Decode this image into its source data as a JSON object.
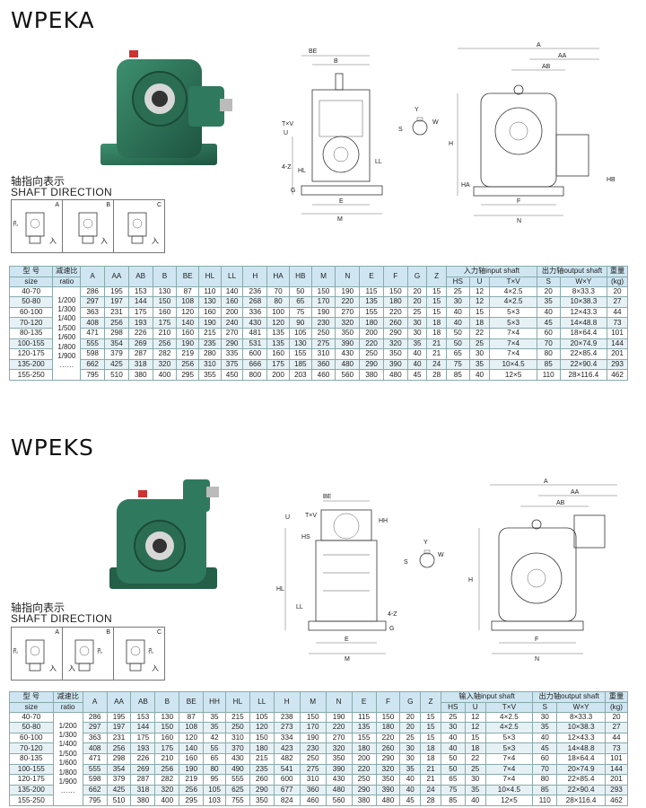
{
  "wpeka": {
    "title": "WPEKA",
    "shaft_zh": "轴指向表示",
    "shaft_en": "SHAFT DIRECTION",
    "dir_tags": [
      "A",
      "B",
      "C"
    ],
    "dir_in": "入",
    "dir_kong": "孔",
    "labels": {
      "BE": "BE",
      "B": "B",
      "TV": "T×V",
      "U": "U",
      "HL": "HL",
      "LL": "LL",
      "Z4": "4-Z",
      "G": "G",
      "E": "E",
      "M": "M",
      "H": "H",
      "HA": "HA",
      "S": "S",
      "Y": "Y",
      "W": "W",
      "A": "A",
      "AA": "AA",
      "AB": "AB",
      "HB": "HB",
      "F": "F",
      "N": "N"
    },
    "header_top": [
      "型 号",
      "减速比",
      "A",
      "AA",
      "AB",
      "B",
      "BE",
      "HL",
      "LL",
      "H",
      "HA",
      "HB",
      "M",
      "N",
      "E",
      "F",
      "G",
      "Z",
      "入力轴input shaft",
      "出力轴output shaft",
      "重量"
    ],
    "header_sub": [
      "size",
      "ratio",
      "HS",
      "U",
      "T×V",
      "S",
      "W×Y",
      "(kg)"
    ],
    "ratios": [
      "1/200",
      "1/300",
      "1/400",
      "1/500",
      "1/600",
      "1/800",
      "1/900",
      "……"
    ],
    "rows": [
      [
        "40-70",
        "286",
        "195",
        "153",
        "130",
        "87",
        "110",
        "140",
        "236",
        "70",
        "50",
        "150",
        "190",
        "115",
        "150",
        "20",
        "15",
        "25",
        "12",
        "4×2.5",
        "20",
        "8×33.3",
        "20"
      ],
      [
        "50-80",
        "297",
        "197",
        "144",
        "150",
        "108",
        "130",
        "160",
        "268",
        "80",
        "65",
        "170",
        "220",
        "135",
        "180",
        "20",
        "15",
        "30",
        "12",
        "4×2.5",
        "35",
        "10×38.3",
        "27"
      ],
      [
        "60-100",
        "363",
        "231",
        "175",
        "160",
        "120",
        "160",
        "200",
        "336",
        "100",
        "75",
        "190",
        "270",
        "155",
        "220",
        "25",
        "15",
        "40",
        "15",
        "5×3",
        "40",
        "12×43.3",
        "44"
      ],
      [
        "70-120",
        "408",
        "256",
        "193",
        "175",
        "140",
        "190",
        "240",
        "430",
        "120",
        "90",
        "230",
        "320",
        "180",
        "260",
        "30",
        "18",
        "40",
        "18",
        "5×3",
        "45",
        "14×48.8",
        "73"
      ],
      [
        "80-135",
        "471",
        "298",
        "226",
        "210",
        "160",
        "215",
        "270",
        "481",
        "135",
        "105",
        "250",
        "350",
        "200",
        "290",
        "30",
        "18",
        "50",
        "22",
        "7×4",
        "60",
        "18×64.4",
        "101"
      ],
      [
        "100-155",
        "555",
        "354",
        "269",
        "256",
        "190",
        "235",
        "290",
        "531",
        "135",
        "130",
        "275",
        "390",
        "220",
        "320",
        "35",
        "21",
        "50",
        "25",
        "7×4",
        "70",
        "20×74.9",
        "144"
      ],
      [
        "120-175",
        "598",
        "379",
        "287",
        "282",
        "219",
        "280",
        "335",
        "600",
        "160",
        "155",
        "310",
        "430",
        "250",
        "350",
        "40",
        "21",
        "65",
        "30",
        "7×4",
        "80",
        "22×85.4",
        "201"
      ],
      [
        "135-200",
        "662",
        "425",
        "318",
        "320",
        "256",
        "310",
        "375",
        "666",
        "175",
        "185",
        "360",
        "480",
        "290",
        "390",
        "40",
        "24",
        "75",
        "35",
        "10×4.5",
        "85",
        "22×90.4",
        "293"
      ],
      [
        "155-250",
        "795",
        "510",
        "380",
        "400",
        "295",
        "355",
        "450",
        "800",
        "200",
        "203",
        "460",
        "560",
        "380",
        "480",
        "45",
        "28",
        "85",
        "40",
        "12×5",
        "110",
        "28×116.4",
        "462"
      ]
    ]
  },
  "wpeks": {
    "title": "WPEKS",
    "shaft_zh": "轴指向表示",
    "shaft_en": "SHAFT DIRECTION",
    "dir_tags": [
      "A",
      "B",
      "C"
    ],
    "dir_in": "入",
    "dir_kong": "孔",
    "labels": {
      "BE": "BE",
      "TV": "T×V",
      "U": "U",
      "HS": "HS",
      "HH": "HH",
      "HL": "HL",
      "LL": "LL",
      "Z4": "4-Z",
      "G": "G",
      "E": "E",
      "M": "M",
      "H": "H",
      "S": "S",
      "Y": "Y",
      "W": "W",
      "A": "A",
      "AA": "AA",
      "AB": "AB",
      "F": "F",
      "N": "N"
    },
    "header_top": [
      "型 号",
      "减速比",
      "A",
      "AA",
      "AB",
      "B",
      "BE",
      "HH",
      "HL",
      "LL",
      "H",
      "M",
      "N",
      "E",
      "F",
      "G",
      "Z",
      "输入轴input shaft",
      "出力轴output shaft",
      "重量"
    ],
    "header_sub": [
      "size",
      "ratio",
      "HS",
      "U",
      "T×V",
      "S",
      "W×Y",
      "(kg)"
    ],
    "ratios": [
      "1/200",
      "1/300",
      "1/400",
      "1/500",
      "1/600",
      "1/800",
      "1/900",
      "……"
    ],
    "rows": [
      [
        "40-70",
        "286",
        "195",
        "153",
        "130",
        "87",
        "35",
        "215",
        "105",
        "238",
        "150",
        "190",
        "115",
        "150",
        "20",
        "15",
        "25",
        "12",
        "4×2.5",
        "30",
        "8×33.3",
        "20"
      ],
      [
        "50-80",
        "297",
        "197",
        "144",
        "150",
        "108",
        "35",
        "250",
        "120",
        "273",
        "170",
        "220",
        "135",
        "180",
        "20",
        "15",
        "30",
        "12",
        "4×2.5",
        "35",
        "10×38.3",
        "27"
      ],
      [
        "60-100",
        "363",
        "231",
        "175",
        "160",
        "120",
        "42",
        "310",
        "150",
        "334",
        "190",
        "270",
        "155",
        "220",
        "25",
        "15",
        "40",
        "15",
        "5×3",
        "40",
        "12×43.3",
        "44"
      ],
      [
        "70-120",
        "408",
        "256",
        "193",
        "175",
        "140",
        "55",
        "370",
        "180",
        "423",
        "230",
        "320",
        "180",
        "260",
        "30",
        "18",
        "40",
        "18",
        "5×3",
        "45",
        "14×48.8",
        "73"
      ],
      [
        "80-135",
        "471",
        "298",
        "226",
        "210",
        "160",
        "65",
        "430",
        "215",
        "482",
        "250",
        "350",
        "200",
        "290",
        "30",
        "18",
        "50",
        "22",
        "7×4",
        "60",
        "18×64.4",
        "101"
      ],
      [
        "100-155",
        "555",
        "354",
        "269",
        "256",
        "190",
        "80",
        "490",
        "235",
        "541",
        "275",
        "390",
        "220",
        "320",
        "35",
        "21",
        "50",
        "25",
        "7×4",
        "70",
        "20×74.9",
        "144"
      ],
      [
        "120-175",
        "598",
        "379",
        "287",
        "282",
        "219",
        "95",
        "555",
        "260",
        "600",
        "310",
        "430",
        "250",
        "350",
        "40",
        "21",
        "65",
        "30",
        "7×4",
        "80",
        "22×85.4",
        "201"
      ],
      [
        "135-200",
        "662",
        "425",
        "318",
        "320",
        "256",
        "105",
        "625",
        "290",
        "677",
        "360",
        "480",
        "290",
        "390",
        "40",
        "24",
        "75",
        "35",
        "10×4.5",
        "85",
        "22×90.4",
        "293"
      ],
      [
        "155-250",
        "795",
        "510",
        "380",
        "400",
        "295",
        "103",
        "755",
        "350",
        "824",
        "460",
        "560",
        "380",
        "480",
        "45",
        "28",
        "85",
        "40",
        "12×5",
        "110",
        "28×116.4",
        "462"
      ]
    ]
  },
  "colors": {
    "gearbox": "#2f7a5e",
    "gearbox_dark": "#1f5a43",
    "header_bg": "#cfe6f2",
    "row_alt": "#e6f1f6"
  }
}
